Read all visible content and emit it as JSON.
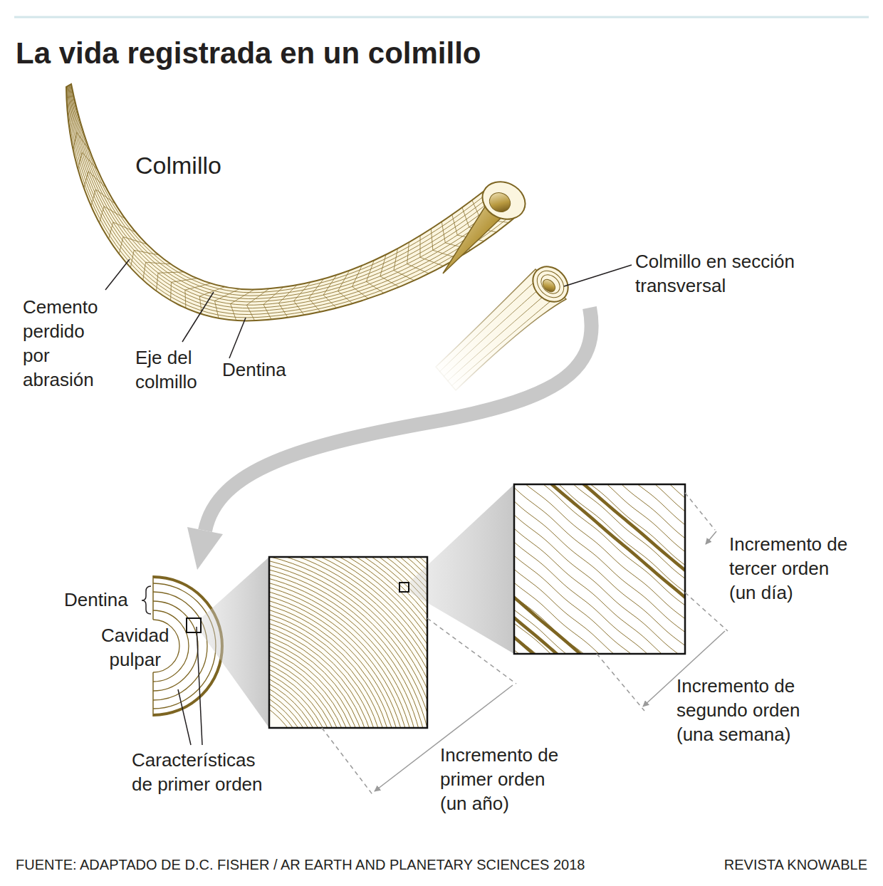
{
  "diagram": {
    "title": "La vida registrada en un colmillo",
    "labels": [
      "Colmillo",
      "Cemento perdido por abrasión",
      "Eje del colmillo",
      "Dentina",
      "Colmillo en sección transversal",
      "Dentina",
      "Cavidad pulpar",
      "Características de primer orden",
      "Incremento de tercer orden (un día)",
      "Incremento de segundo orden (una semana)",
      "Incremento de primer orden (un año)",
      "FUENTE: ADAPTADO DE D.C. FISHER / AR EARTH AND PLANETARY SCIENCES 2018",
      "REVISTA KNOWABLE"
    ]
  }
}
